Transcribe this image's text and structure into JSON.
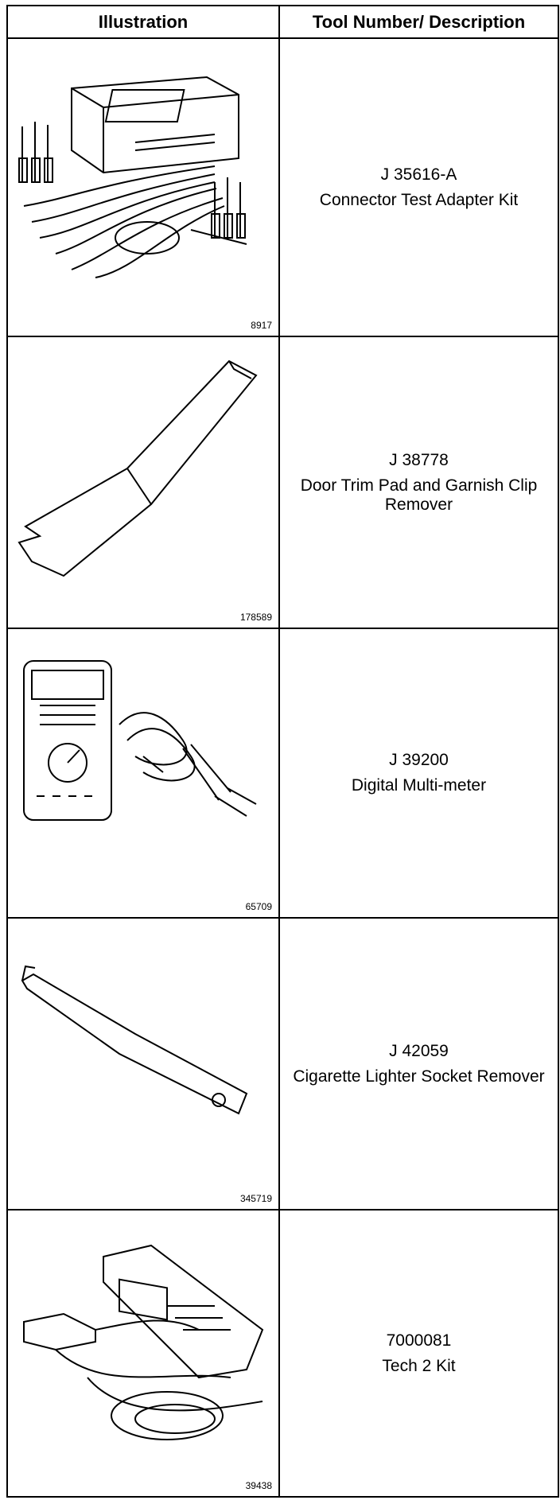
{
  "header": {
    "col1": "Illustration",
    "col2": "Tool Number/ Description"
  },
  "rows": [
    {
      "tool_number": "J 35616-A",
      "description": "Connector Test Adapter Kit",
      "figure": "8917",
      "icon": "connector-test-kit-icon"
    },
    {
      "tool_number": "J 38778",
      "description": "Door Trim Pad and Garnish Clip Remover",
      "figure": "178589",
      "icon": "trim-pad-remover-icon"
    },
    {
      "tool_number": "J 39200",
      "description": "Digital Multi-meter",
      "figure": "65709",
      "icon": "multimeter-icon"
    },
    {
      "tool_number": "J 42059",
      "description": "Cigarette Lighter Socket Remover",
      "figure": "345719",
      "icon": "lighter-socket-remover-icon"
    },
    {
      "tool_number": "7000081",
      "description": "Tech 2 Kit",
      "figure": "39438",
      "icon": "tech2-scanner-icon"
    }
  ]
}
